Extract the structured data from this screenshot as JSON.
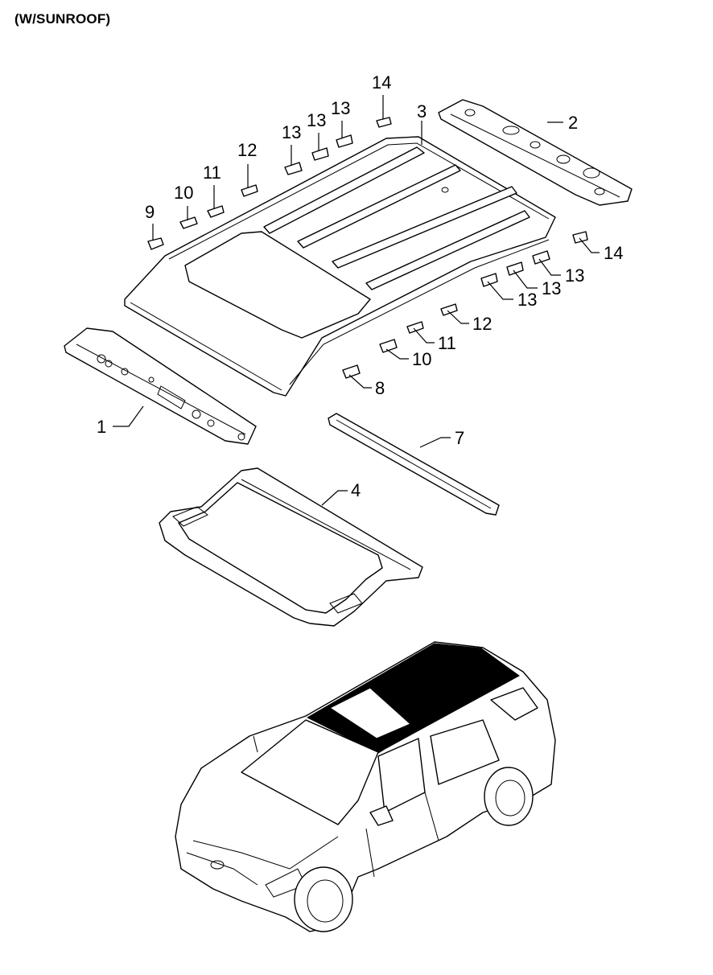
{
  "header": {
    "title": "(W/SUNROOF)"
  },
  "callouts": {
    "c1": "1",
    "c2": "2",
    "c3": "3",
    "c4": "4",
    "c7": "7",
    "c8": "8",
    "c9": "9",
    "c10a": "10",
    "c10b": "10",
    "c11a": "11",
    "c11b": "11",
    "c12a": "12",
    "c12b": "12",
    "c13a": "13",
    "c13b": "13",
    "c13c": "13",
    "c13d": "13",
    "c13e": "13",
    "c13f": "13",
    "c14a": "14",
    "c14b": "14"
  }
}
